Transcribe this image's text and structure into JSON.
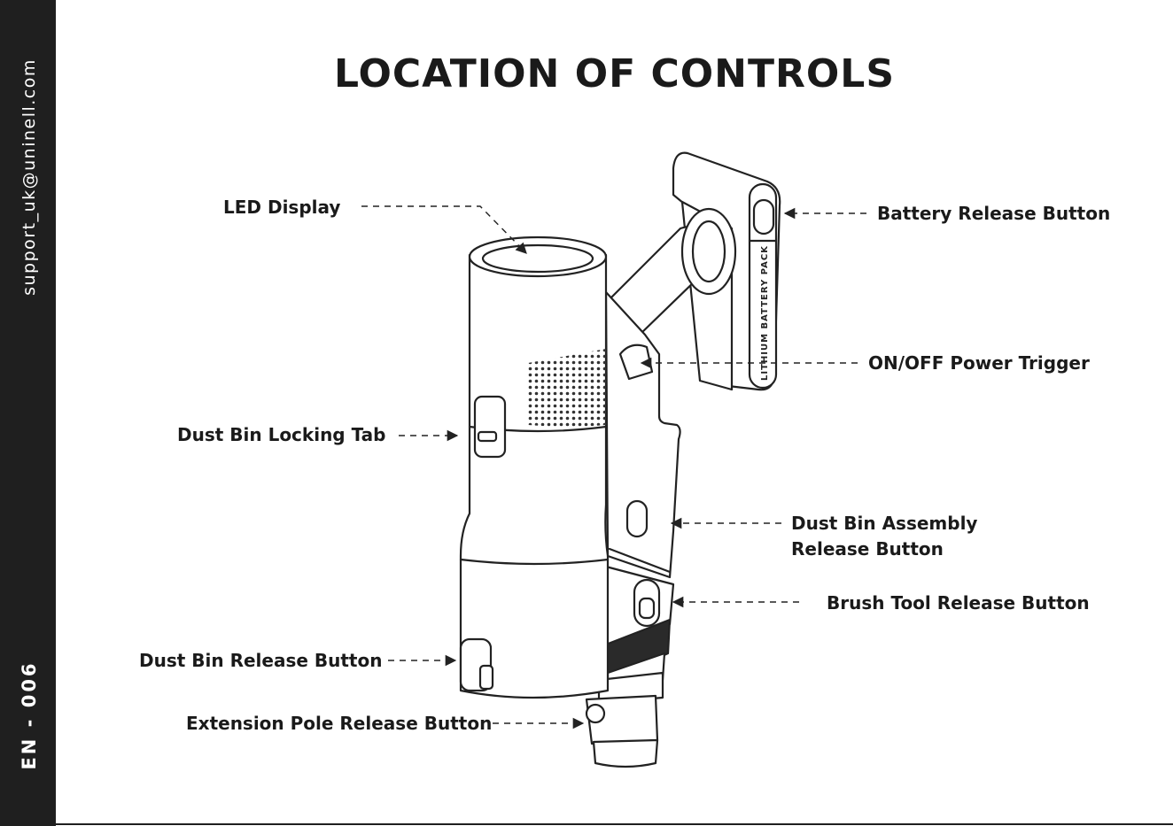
{
  "sidebar": {
    "email": "support_uk@uninell.com",
    "page_number": "EN - 006"
  },
  "title": "LOCATION OF CONTROLS",
  "device_text": {
    "battery_pack": "LITHIUM BATTERY PACK"
  },
  "labels": {
    "led_display": "LED Display",
    "battery_release_button": "Battery Release Button",
    "on_off_power_trigger": "ON/OFF Power Trigger",
    "dust_bin_locking_tab": "Dust Bin Locking Tab",
    "dust_bin_assembly_line1": "Dust Bin Assembly",
    "dust_bin_assembly_line2": "Release Button",
    "brush_tool_release_button": "Brush Tool Release Button",
    "dust_bin_release_button": "Dust Bin Release Button",
    "extension_pole_release_button": "Extension Pole Release Button"
  },
  "colors": {
    "sidebar": "#1f1f1f",
    "text": "#1a1a1a",
    "line": "#222222",
    "background": "#ffffff"
  }
}
